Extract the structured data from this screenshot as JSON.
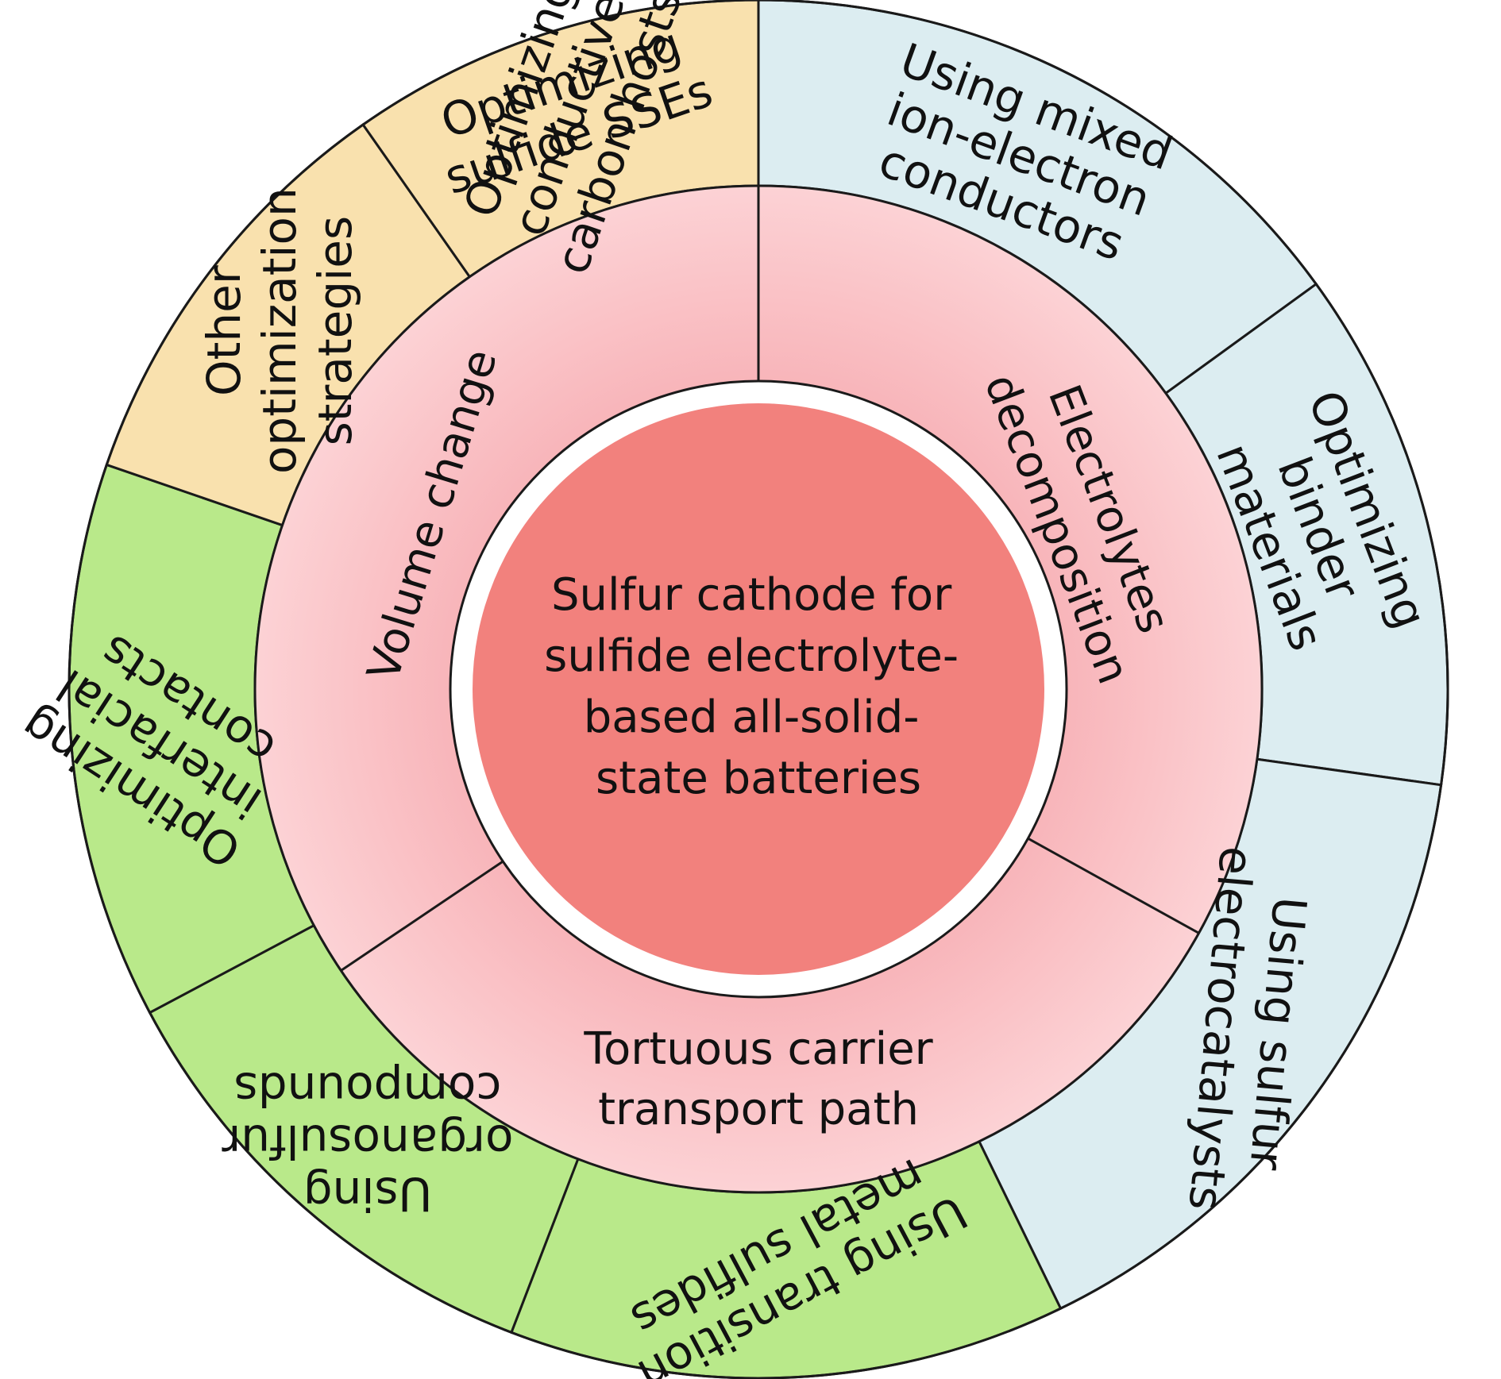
{
  "center": {
    "lines": [
      "Sulfur cathode for",
      "sulfide electrolyte-",
      "based all-solid-",
      "state batteries"
    ],
    "color": "#f2817d"
  },
  "middle_ring": {
    "color": "#f9bcc0",
    "segments": [
      {
        "id": "volume",
        "lines": [
          "Volume change"
        ]
      },
      {
        "id": "electrolytes",
        "lines": [
          "Electrolytes",
          "decomposition"
        ]
      },
      {
        "id": "tortuous",
        "lines": [
          "Tortuous carrier",
          "transport path"
        ]
      }
    ]
  },
  "outer_ring": {
    "colors": {
      "tan": "#f9e1ae",
      "blue": "#dcedf1",
      "green": "#b9e98a"
    },
    "segments": [
      {
        "id": "mixed-conductors",
        "color": "blue",
        "lines": [
          "Using mixed",
          "ion-electron",
          "conductors"
        ]
      },
      {
        "id": "binder",
        "color": "blue",
        "lines": [
          "Optimizing",
          "binder",
          "materials"
        ]
      },
      {
        "id": "electrocatalysts",
        "color": "blue",
        "lines": [
          "Using sulfur",
          "electrocatalysts"
        ]
      },
      {
        "id": "metal-sulfides",
        "color": "green",
        "lines": [
          "Using transition",
          "metal sulfides"
        ]
      },
      {
        "id": "organosulfur",
        "color": "green",
        "lines": [
          "Using",
          "organosulfur",
          "compounds"
        ]
      },
      {
        "id": "interfacial",
        "color": "green",
        "lines": [
          "Optimizing",
          "interfacial",
          "contacts"
        ]
      },
      {
        "id": "other",
        "color": "tan",
        "lines": [
          "Other",
          "optimization",
          "strategies"
        ]
      },
      {
        "id": "carbon-hosts",
        "color": "tan",
        "lines": [
          "Optimizing",
          "conductive",
          "carbon hosts"
        ]
      },
      {
        "id": "sulfide-sses",
        "color": "tan",
        "lines": [
          "Optimizing",
          "sulfide SSEs"
        ]
      }
    ]
  }
}
